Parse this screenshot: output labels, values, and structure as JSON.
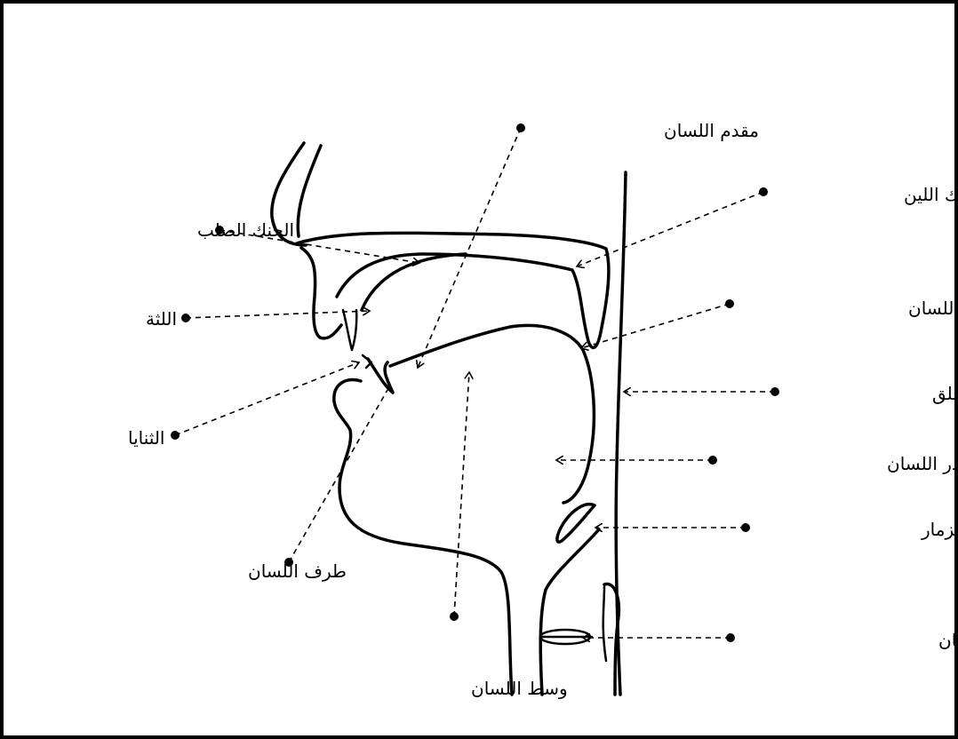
{
  "diagram": {
    "labels": {
      "tongue_front": "مقدم اللسان",
      "soft_palate": "الحنك اللين",
      "hard_palate": "الحنك الصلب",
      "tongue_back": "مؤخر اللسان",
      "gums": "اللثة",
      "pharynx_wall": "جدار الحلق",
      "incisors": "الثنايا",
      "tongue_root": "جذر اللسان",
      "epiglottis": "لسان المزمار",
      "tongue_tip": "طرف اللسان",
      "vocal_cords": "الرقيقتان الصوتيتان",
      "tongue_middle": "وسط اللسان"
    },
    "colors": {
      "line": "#000000",
      "background": "#ffffff",
      "border": "#000000"
    }
  }
}
